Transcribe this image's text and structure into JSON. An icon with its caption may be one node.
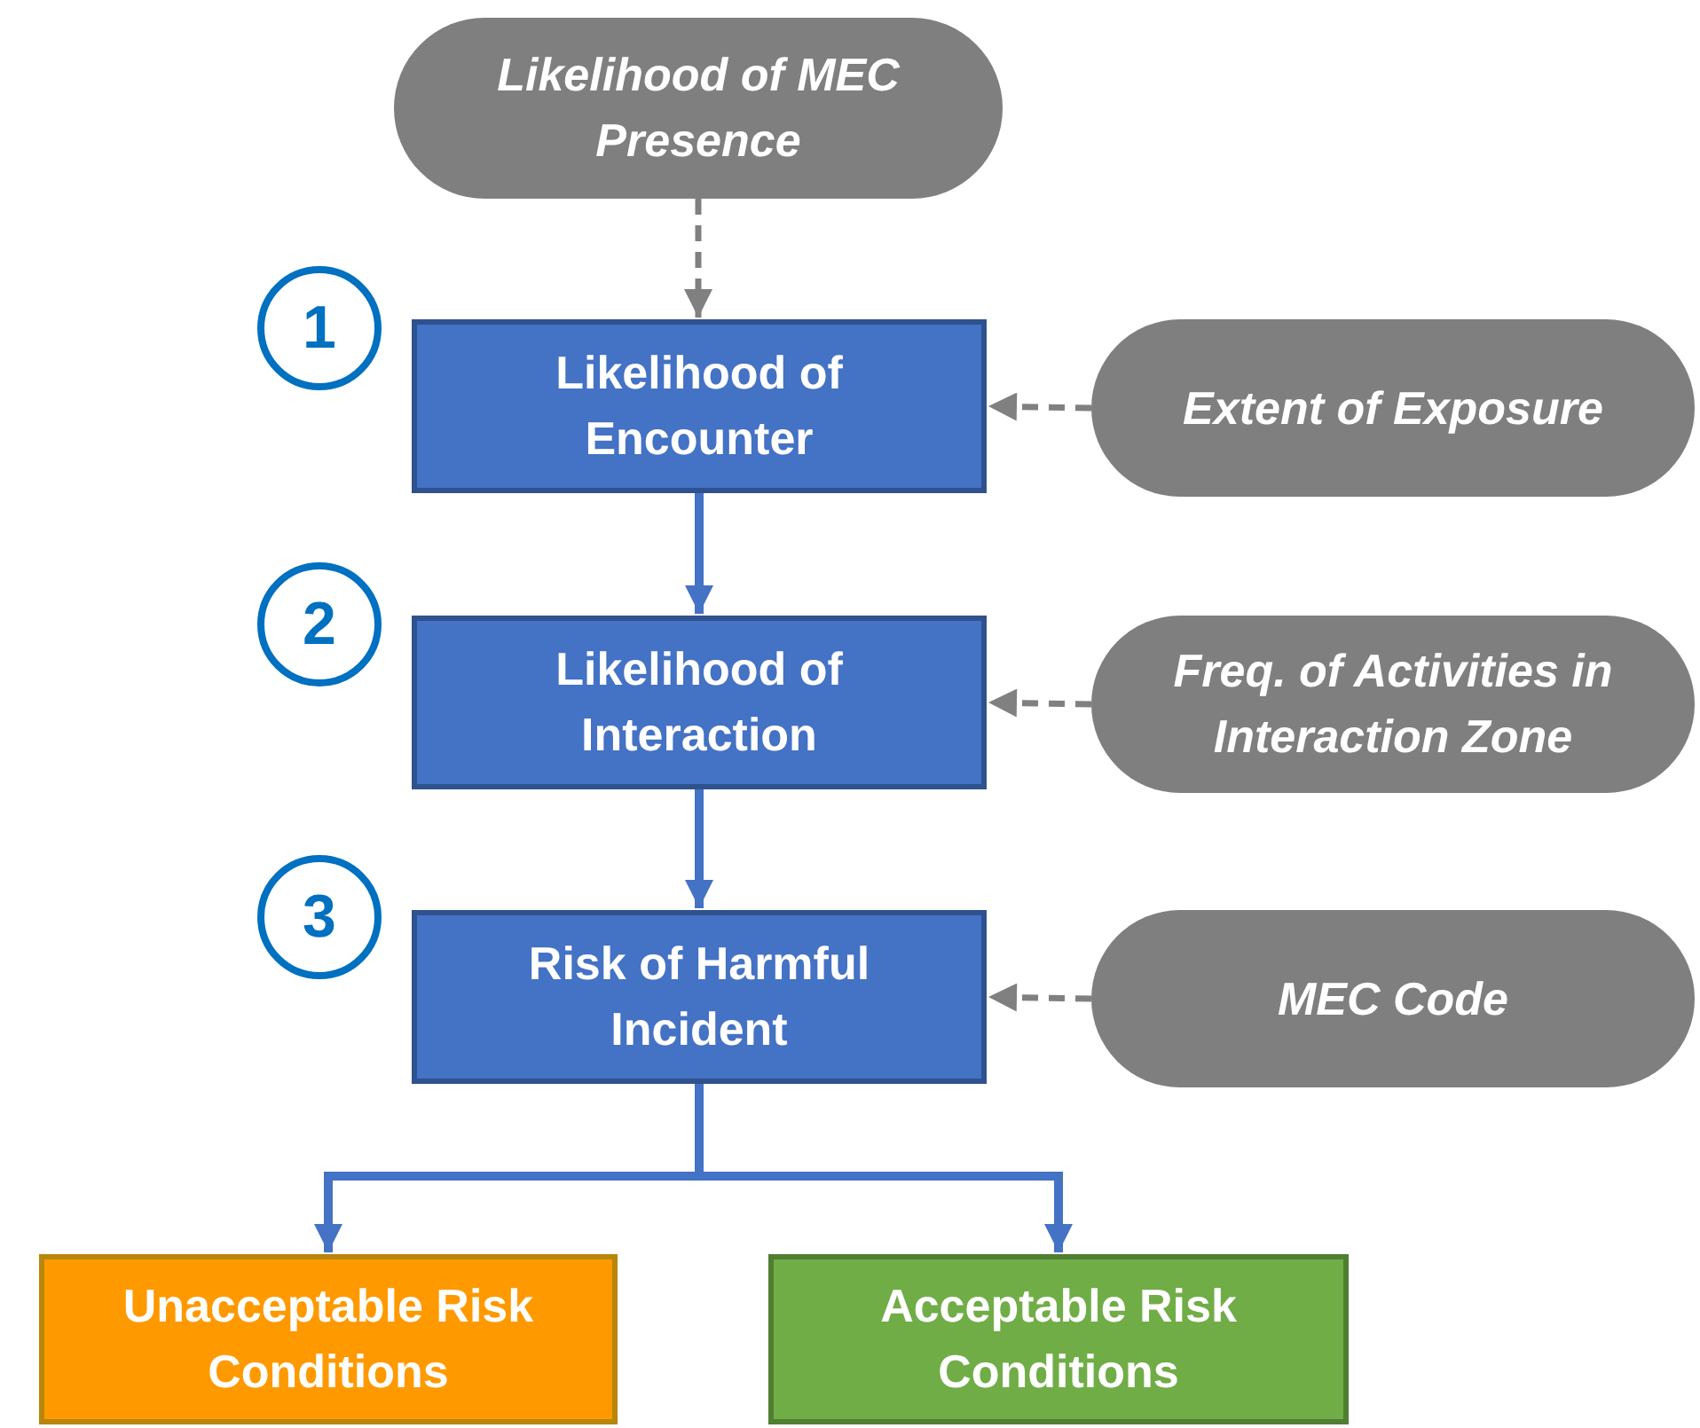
{
  "diagram": {
    "nodes": [
      {
        "text": [
          "Likelihood of MEC Presence"
        ]
      },
      {
        "text": [
          "1"
        ]
      },
      {
        "text": [
          "Likelihood of Encounter"
        ]
      },
      {
        "text": [
          "Extent of Exposure"
        ]
      },
      {
        "text": [
          "2"
        ]
      },
      {
        "text": [
          "Likelihood of Interaction"
        ]
      },
      {
        "text": [
          "Freq. of Activities in Interaction Zone"
        ]
      },
      {
        "text": [
          "3"
        ]
      },
      {
        "text": [
          "Risk of Harmful Incident"
        ]
      },
      {
        "text": [
          "MEC Code"
        ]
      },
      {
        "text": [
          "Unacceptable Risk Conditions"
        ]
      },
      {
        "text": [
          "Acceptable Risk Conditions"
        ]
      }
    ],
    "edges": [
      {
        "from": 0,
        "to": 2,
        "arrow": "to",
        "style": "dashed",
        "color": "#808080"
      },
      {
        "from": 3,
        "to": 2,
        "arrow": "to",
        "style": "dashed",
        "color": "#808080"
      },
      {
        "from": 2,
        "to": 5,
        "arrow": "to"
      },
      {
        "from": 6,
        "to": 5,
        "arrow": "to",
        "style": "dashed",
        "color": "#808080"
      },
      {
        "from": 5,
        "to": 8,
        "arrow": "to"
      },
      {
        "from": 9,
        "to": 8,
        "arrow": "to",
        "style": "dashed",
        "color": "#808080"
      },
      {
        "from": 8,
        "to": 10,
        "arrow": "to"
      },
      {
        "from": 8,
        "to": 11,
        "arrow": "to"
      }
    ]
  }
}
